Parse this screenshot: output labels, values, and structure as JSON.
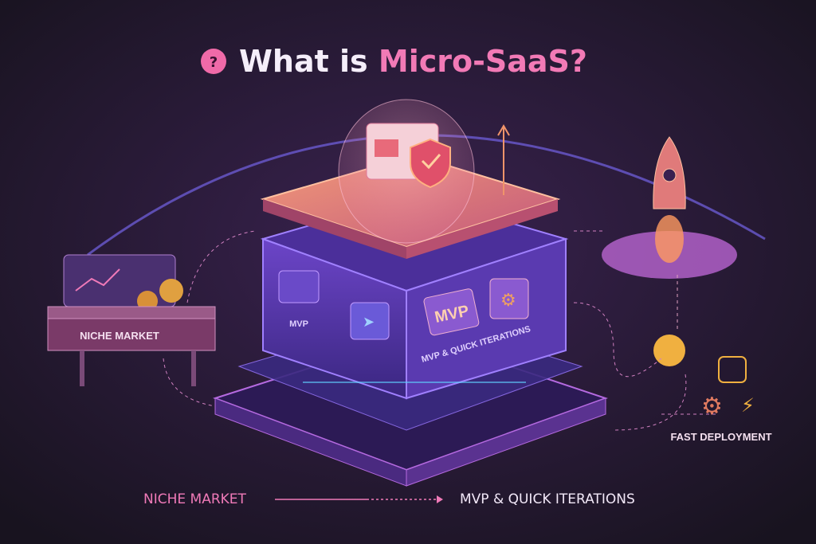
{
  "title": {
    "prefix": "What is ",
    "highlight": "Micro-SaaS?",
    "icon": "question-mark-icon",
    "icon_glyph": "?"
  },
  "left_stand": {
    "sign": "NICHE MARKET"
  },
  "box": {
    "folder_small_label": "MVP",
    "folder_big_label": "MVP",
    "side_label": "MVP & QUICK ITERATIONS"
  },
  "right": {
    "deploy_label": "FAST DEPLOYMENT"
  },
  "bottom": {
    "left": "NICHE MARKET",
    "right": "MVP & QUICK ITERATIONS"
  },
  "colors": {
    "background": "#1c1628",
    "accent_pink": "#f07ab8",
    "purple": "#7a4fd0",
    "orange": "#f0946a"
  }
}
